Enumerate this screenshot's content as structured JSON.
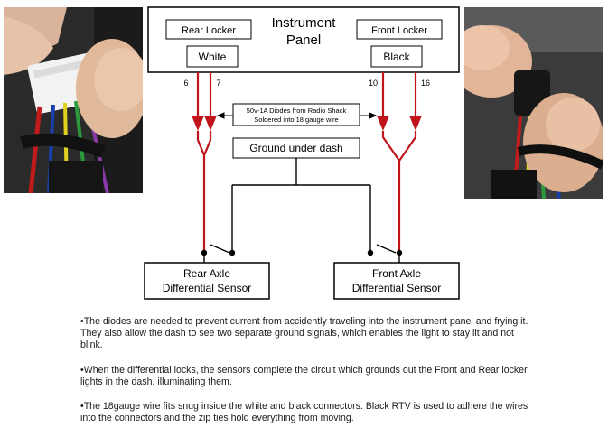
{
  "panel": {
    "title_line1": "Instrument",
    "title_line2": "Panel",
    "rear_locker": "Rear Locker",
    "front_locker": "Front Locker",
    "white_connector": "White",
    "black_connector": "Black"
  },
  "pins": {
    "p6": "6",
    "p7": "7",
    "p10": "10",
    "p16": "16"
  },
  "diode_note": {
    "line1": "50v-1A Diodes from Radio Shack",
    "line2": "Soldered into 18 gauge wire"
  },
  "ground": "Ground under dash",
  "rear_sensor": {
    "line1": "Rear Axle",
    "line2": "Differential Sensor"
  },
  "front_sensor": {
    "line1": "Front Axle",
    "line2": "Differential Sensor"
  },
  "notes": [
    "•The diodes are needed to prevent current from accidently traveling into the instrument panel and frying it. They also allow the dash to  see two separate ground signals, which enables the light to stay lit and not blink.",
    "•When the differential locks, the sensors complete the circuit which grounds out the Front and Rear locker lights in the dash, illuminating them.",
    "•The 18gauge wire fits snug inside the white and black connectors. Black RTV is used to adhere the wires into the connectors and the zip ties hold everything from moving."
  ],
  "colors": {
    "wire": "#c0141a",
    "line": "#000000"
  }
}
